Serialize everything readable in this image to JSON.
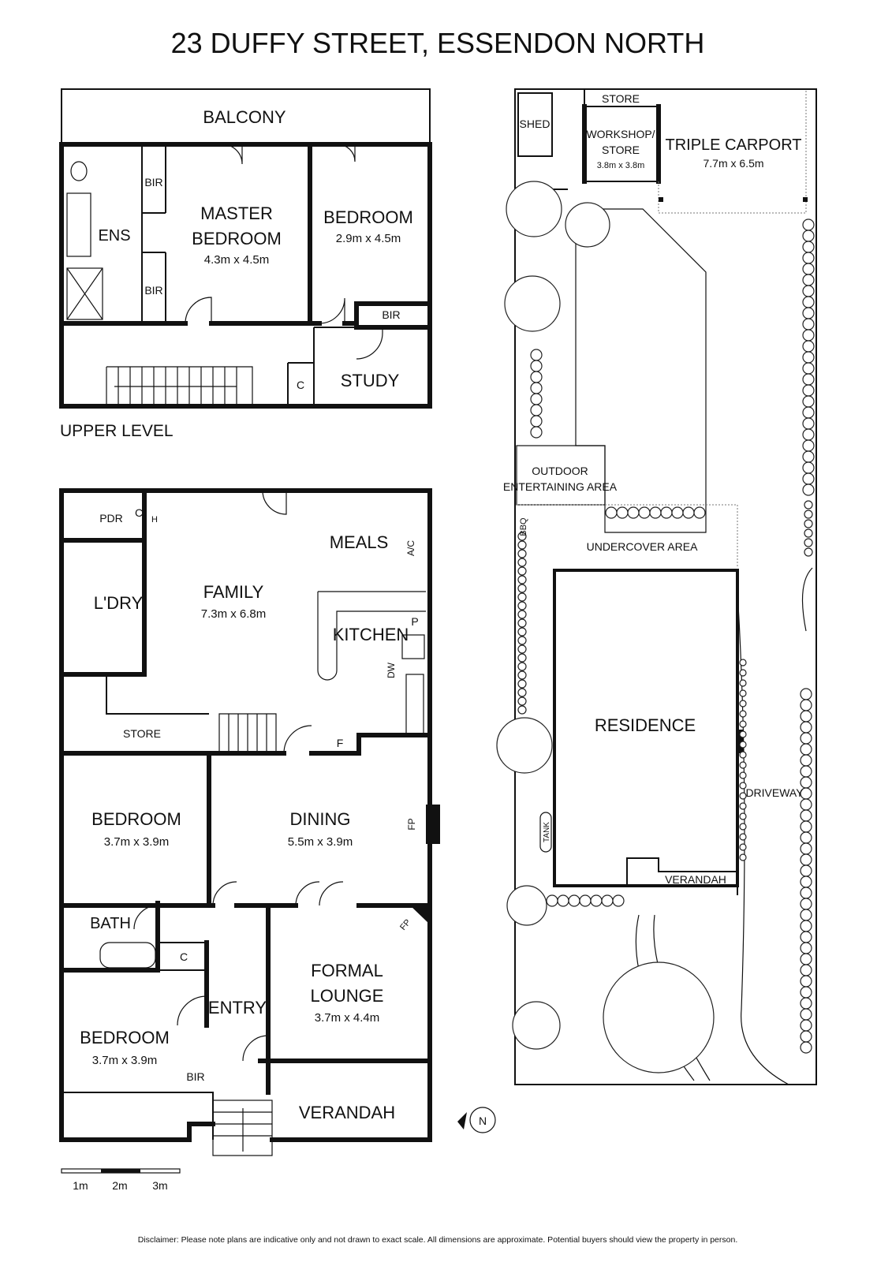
{
  "title": "23 DUFFY STREET, ESSENDON NORTH",
  "upper": {
    "level_label": "UPPER LEVEL",
    "balcony": "BALCONY",
    "ens": "ENS",
    "bir1": "BIR",
    "bir2": "BIR",
    "bir3": "BIR",
    "master_l1": "MASTER",
    "master_l2": "BEDROOM",
    "master_dim": "4.3m x 4.5m",
    "bedroom": "BEDROOM",
    "bedroom_dim": "2.9m x 4.5m",
    "c": "C",
    "study": "STUDY"
  },
  "ground": {
    "pdr": "PDR",
    "c1": "C",
    "h": "H",
    "ldry": "L'DRY",
    "family": "FAMILY",
    "family_dim": "7.3m x 6.8m",
    "meals": "MEALS",
    "ac": "A/C",
    "kitchen": "KITCHEN",
    "p": "P",
    "dw": "DW",
    "store": "STORE",
    "f": "F",
    "bedroom2": "BEDROOM",
    "bedroom2_dim": "3.7m x 3.9m",
    "dining": "DINING",
    "dining_dim": "5.5m x 3.9m",
    "fp1": "FP",
    "bath": "BATH",
    "c2": "C",
    "fp2": "FP",
    "formal_l1": "FORMAL",
    "formal_l2": "LOUNGE",
    "formal_dim": "3.7m x 4.4m",
    "entry": "ENTRY",
    "bedroom3": "BEDROOM",
    "bedroom3_dim": "3.7m x 3.9m",
    "bir": "BIR",
    "verandah": "VERANDAH"
  },
  "site": {
    "store": "STORE",
    "shed": "SHED",
    "workshop_l1": "WORKSHOP/",
    "workshop_l2": "STORE",
    "workshop_dim": "3.8m x 3.8m",
    "carport": "TRIPLE CARPORT",
    "carport_dim": "7.7m x 6.5m",
    "outdoor_l1": "OUTDOOR",
    "outdoor_l2": "ENTERTAINING AREA",
    "bbq": "BBQ",
    "undercover": "UNDERCOVER AREA",
    "residence": "RESIDENCE",
    "driveway": "DRIVEWAY",
    "tank": "TANK",
    "verandah": "VERANDAH"
  },
  "scale": {
    "m1": "1m",
    "m2": "2m",
    "m3": "3m"
  },
  "compass": "N",
  "disclaimer": "Disclaimer: Please note plans are indicative only and not drawn to exact scale. All dimensions are approximate. Potential buyers should view the property in person."
}
